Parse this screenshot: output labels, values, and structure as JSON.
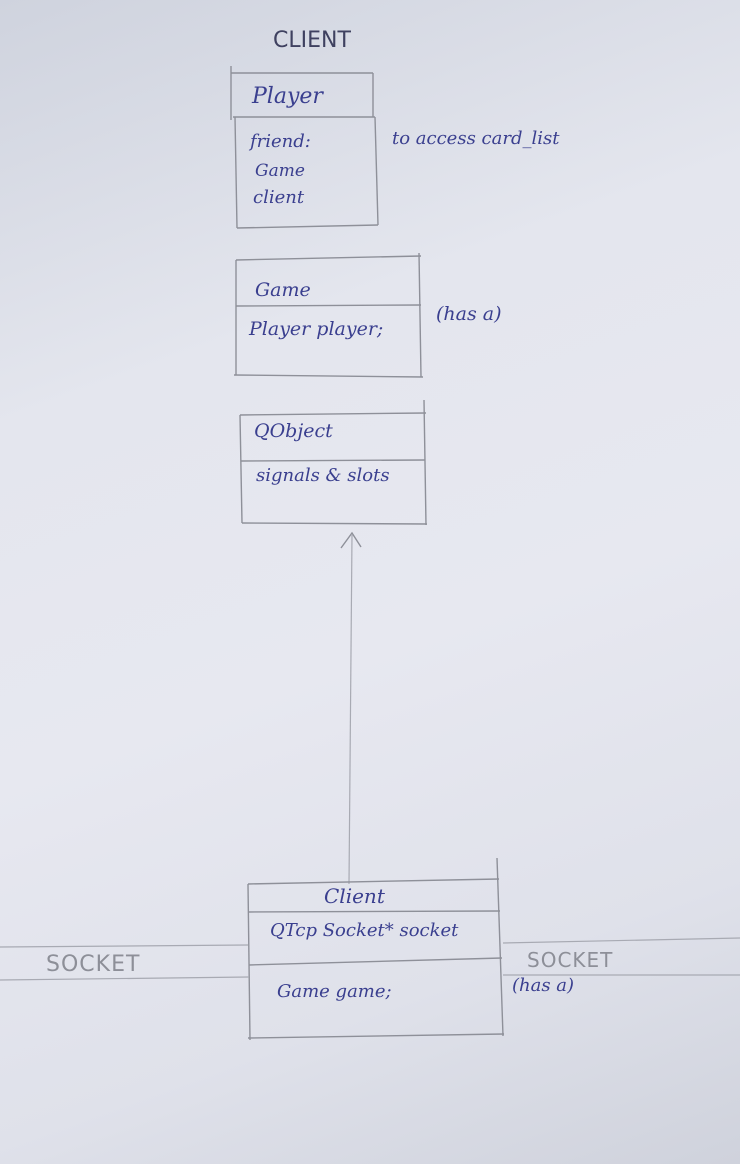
{
  "diagram": {
    "title": "CLIENT",
    "classes": {
      "player": {
        "name": "Player",
        "members": [
          "friend:",
          "Game",
          "client"
        ],
        "note": "to access card_list"
      },
      "game": {
        "name": "Game",
        "members": [
          "Player player;"
        ],
        "note": "(has a)"
      },
      "qobject": {
        "name": "QObject",
        "members": [
          "signals & slots"
        ]
      },
      "client": {
        "name": "Client",
        "members": [
          "QTcp Socket* socket",
          "Game game;"
        ],
        "note": "(has a)"
      }
    },
    "connections": {
      "left_label": "SOCKET",
      "right_label": "SOCKET"
    }
  }
}
